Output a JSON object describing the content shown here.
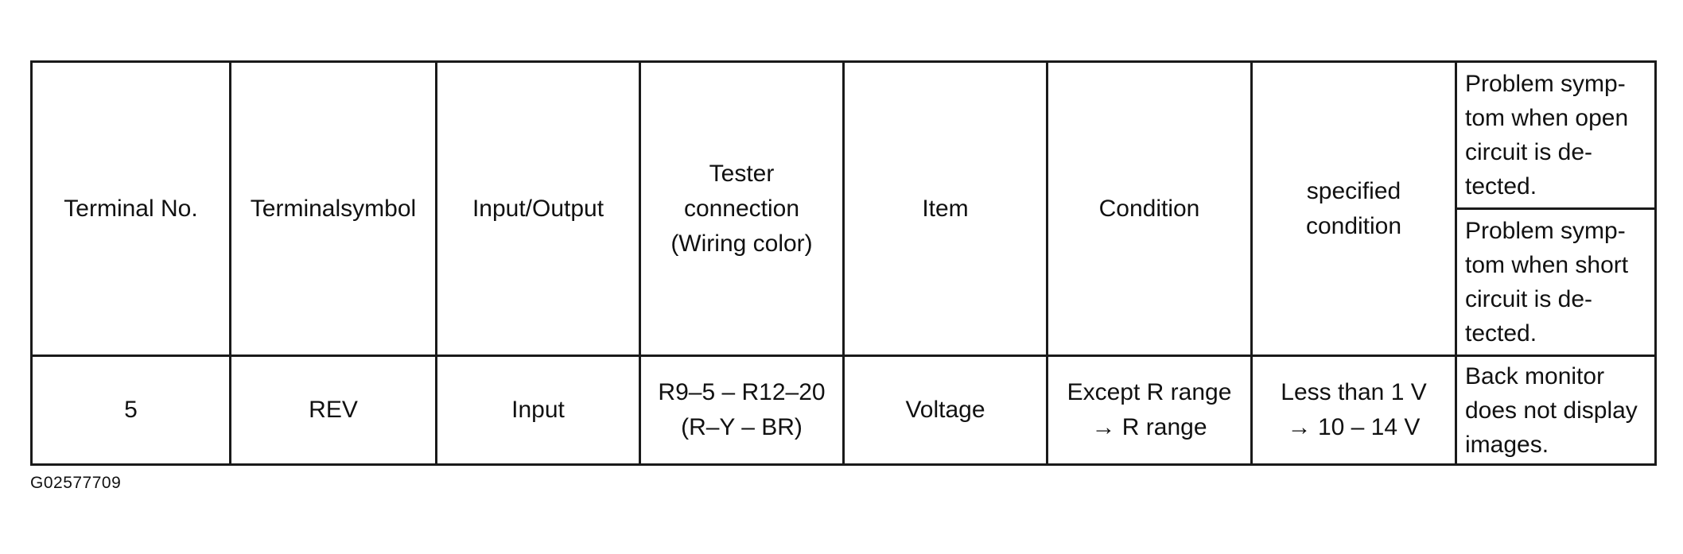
{
  "table": {
    "headers": {
      "terminal_no": "Terminal No.",
      "terminal_symbol": "Terminalsymbol",
      "input_output": "Input/Output",
      "tester_connection": [
        "Tester",
        "connection",
        "(Wiring color)"
      ],
      "item": "Item",
      "condition": "Condition",
      "specified_condition": [
        "specified",
        "condition"
      ],
      "symptom_open": [
        "Problem symp-",
        "tom when open",
        "circuit is de-",
        "tected."
      ],
      "symptom_short": [
        "Problem symp-",
        "tom when short",
        "circuit is de-",
        "tected."
      ]
    },
    "rows": [
      {
        "terminal_no": "5",
        "terminal_symbol": "REV",
        "input_output": "Input",
        "tester_connection": [
          "R9–5 – R12–20",
          "(R–Y – BR)"
        ],
        "item": "Voltage",
        "condition": [
          "Except R range",
          "→ R range"
        ],
        "specified_condition": [
          "Less than 1 V",
          "→ 10 – 14 V"
        ],
        "symptom": [
          "Back monitor",
          "does not display",
          "images."
        ]
      }
    ]
  },
  "figure_id": "G02577709"
}
